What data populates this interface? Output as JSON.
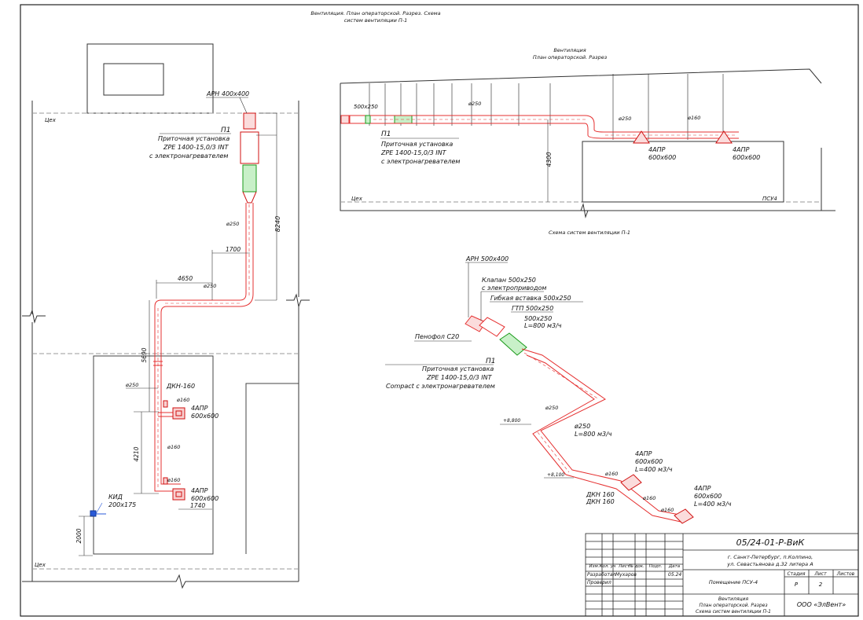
{
  "sheet_title_lines": [
    "Вентиляция. План операторской. Разрез. Схема",
    "систем вентиляции П-1"
  ],
  "plan": {
    "labels": {
      "arn": "АРН 400х400",
      "p1": "П1",
      "unit_line1": "Приточная установка",
      "unit_line2": "ZPE 1400-15,0/3 INT",
      "unit_line3": "с электронагревателем",
      "zone_top": "Цех",
      "zone_bottom": "Цех",
      "dkn": "ДКН-160",
      "kid": "КИД",
      "kid_size": "200х175",
      "apr1": "4АПР",
      "apr1_size": "600х600",
      "apr2": "4АПР",
      "apr2_size": "600х600"
    },
    "dims": {
      "d8240": "8240",
      "d1700": "1700",
      "d4650": "4650",
      "d5690": "5690",
      "d4210": "4210",
      "d1740": "1740",
      "d2000": "2000",
      "d250a": "ø250",
      "d250b": "ø250",
      "d250c": "ø250",
      "d160a": "ø160",
      "d160b": "ø160",
      "d160c": "ø160"
    }
  },
  "section": {
    "title_lines": [
      "Вентиляция",
      "План операторской. Разрез"
    ],
    "labels": {
      "size500": "500х250",
      "d250": "ø250",
      "d250b": "ø250",
      "d160": "ø160",
      "p1": "П1",
      "unit_line1": "Приточная установка",
      "unit_line2": "ZPE 1400-15,0/3 INT",
      "unit_line3": "с электронагревателем",
      "height": "4300",
      "apr1": "4АПР",
      "apr1_size": "600х600",
      "apr2": "4АПР",
      "apr2_size": "600х600",
      "zone_left": "Цех",
      "zone_right": "ПСУ4"
    }
  },
  "scheme": {
    "title": "Схема систем вентиляции П-1",
    "labels": {
      "arn": "АРН 500х400",
      "valve1": "Клапан 500х250",
      "valve2": "с электроприводом",
      "flex": "Гибкая вставка 500х250",
      "gtp": "ГТП 500х250",
      "size": "500х250",
      "flow800": "L=800 м3/ч",
      "penofol": "Пенофол С20",
      "p1": "П1",
      "unit_line1": "Приточная установка",
      "unit_line2": "ZPE 1400-15,0/3 INT",
      "unit_line3": "Compact с электронагревателем",
      "d250a": "ø250",
      "lvl1": "+8,800",
      "d250b": "ø250",
      "flow800b": "L=800 м3/ч",
      "lvl2": "+8,100",
      "d160a": "ø160",
      "apr1": "4АПР",
      "apr1_size": "600х600",
      "apr1_flow": "L=400 м3/ч",
      "dkn1": "ДКН 160",
      "dkn2": "ДКН 160",
      "d160b": "ø160",
      "d160c": "ø160",
      "apr2": "4АПР",
      "apr2_size": "600х600",
      "apr2_flow": "L=400 м3/ч"
    }
  },
  "title_block": {
    "code": "05/24-01-Р-ВиК",
    "address_line1": "г. Санкт-Петербург, п.Колпино,",
    "address_line2": "ул. Севастьянова д.32 литера А",
    "col_headers": [
      "Изм.",
      "Кол. уч",
      "Лист",
      "№ док.",
      "Подп.",
      "Дата"
    ],
    "developed_label": "Разработал",
    "developed_name": "Мухаров",
    "date": "05.24",
    "checked_label": "Проверил",
    "room": "Помещение ПСУ-4",
    "stage_label": "Стадия",
    "sheet_label": "Лист",
    "sheets_label": "Листов",
    "stage": "Р",
    "sheet": "2",
    "desc_line1": "Вентиляция",
    "desc_line2": "План операторской. Разрез",
    "desc_line3": "Схема систем вентиляции П-1",
    "company": "ООО «ЭлВент»"
  }
}
